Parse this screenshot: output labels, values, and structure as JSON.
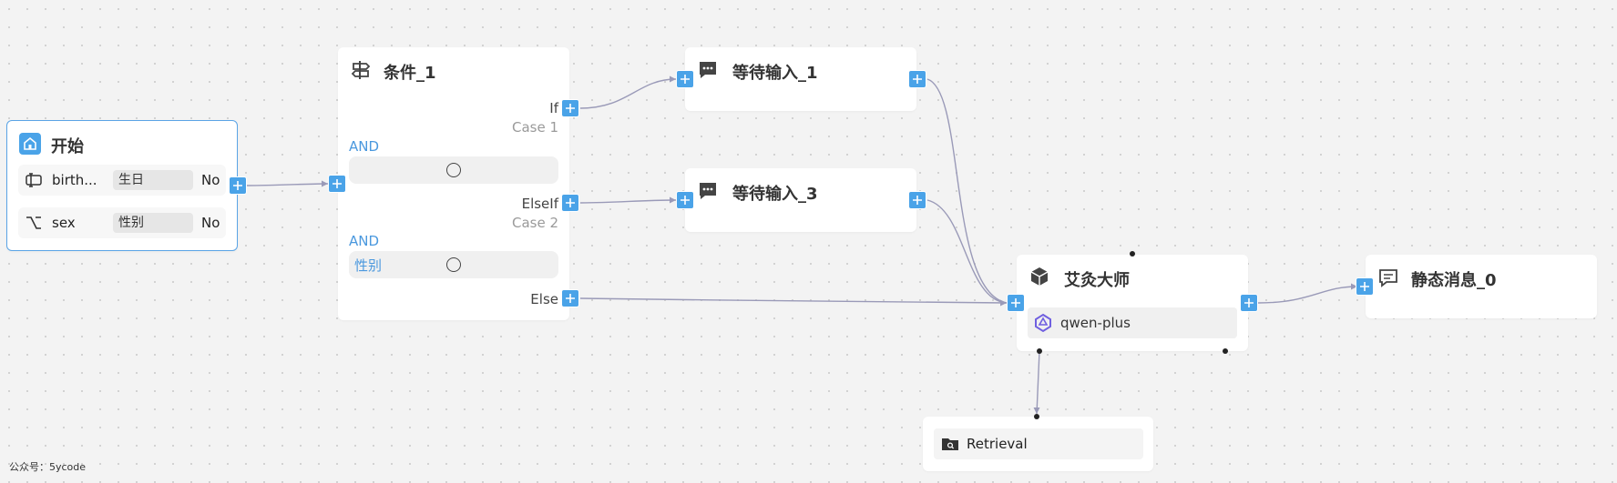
{
  "nodes": {
    "start": {
      "title": "开始",
      "icon": "home-icon",
      "variables": [
        {
          "name": "birth...",
          "label": "生日",
          "required": "No",
          "icon": "text-input-icon"
        },
        {
          "name": "sex",
          "label": "性别",
          "required": "No",
          "icon": "option-icon"
        }
      ]
    },
    "condition": {
      "title": "条件_1",
      "icon": "signpost-icon",
      "branches": [
        {
          "port": "If",
          "case": "Case 1",
          "logic": "AND",
          "condition_text": ""
        },
        {
          "port": "ElseIf",
          "case": "Case 2",
          "logic": "AND",
          "condition_text": "性别"
        },
        {
          "port": "Else"
        }
      ]
    },
    "wait1": {
      "title": "等待输入_1",
      "icon": "chat-bubble-icon"
    },
    "wait3": {
      "title": "等待输入_3",
      "icon": "chat-bubble-icon"
    },
    "agent": {
      "title": "艾灸大师",
      "icon": "cube-icon",
      "model": "qwen-plus",
      "model_icon": "qwen-logo-icon"
    },
    "static_msg": {
      "title": "静态消息_0",
      "icon": "message-icon"
    },
    "retrieval": {
      "title": "Retrieval",
      "icon": "folder-search-icon"
    }
  },
  "footer": {
    "text": "公众号：5ycode"
  },
  "colors": {
    "port": "#4aa3e8",
    "edge": "#9a9ab8",
    "selected_border": "#5aa4e6",
    "and_text": "#4a98de",
    "background": "#f3f3f3"
  }
}
